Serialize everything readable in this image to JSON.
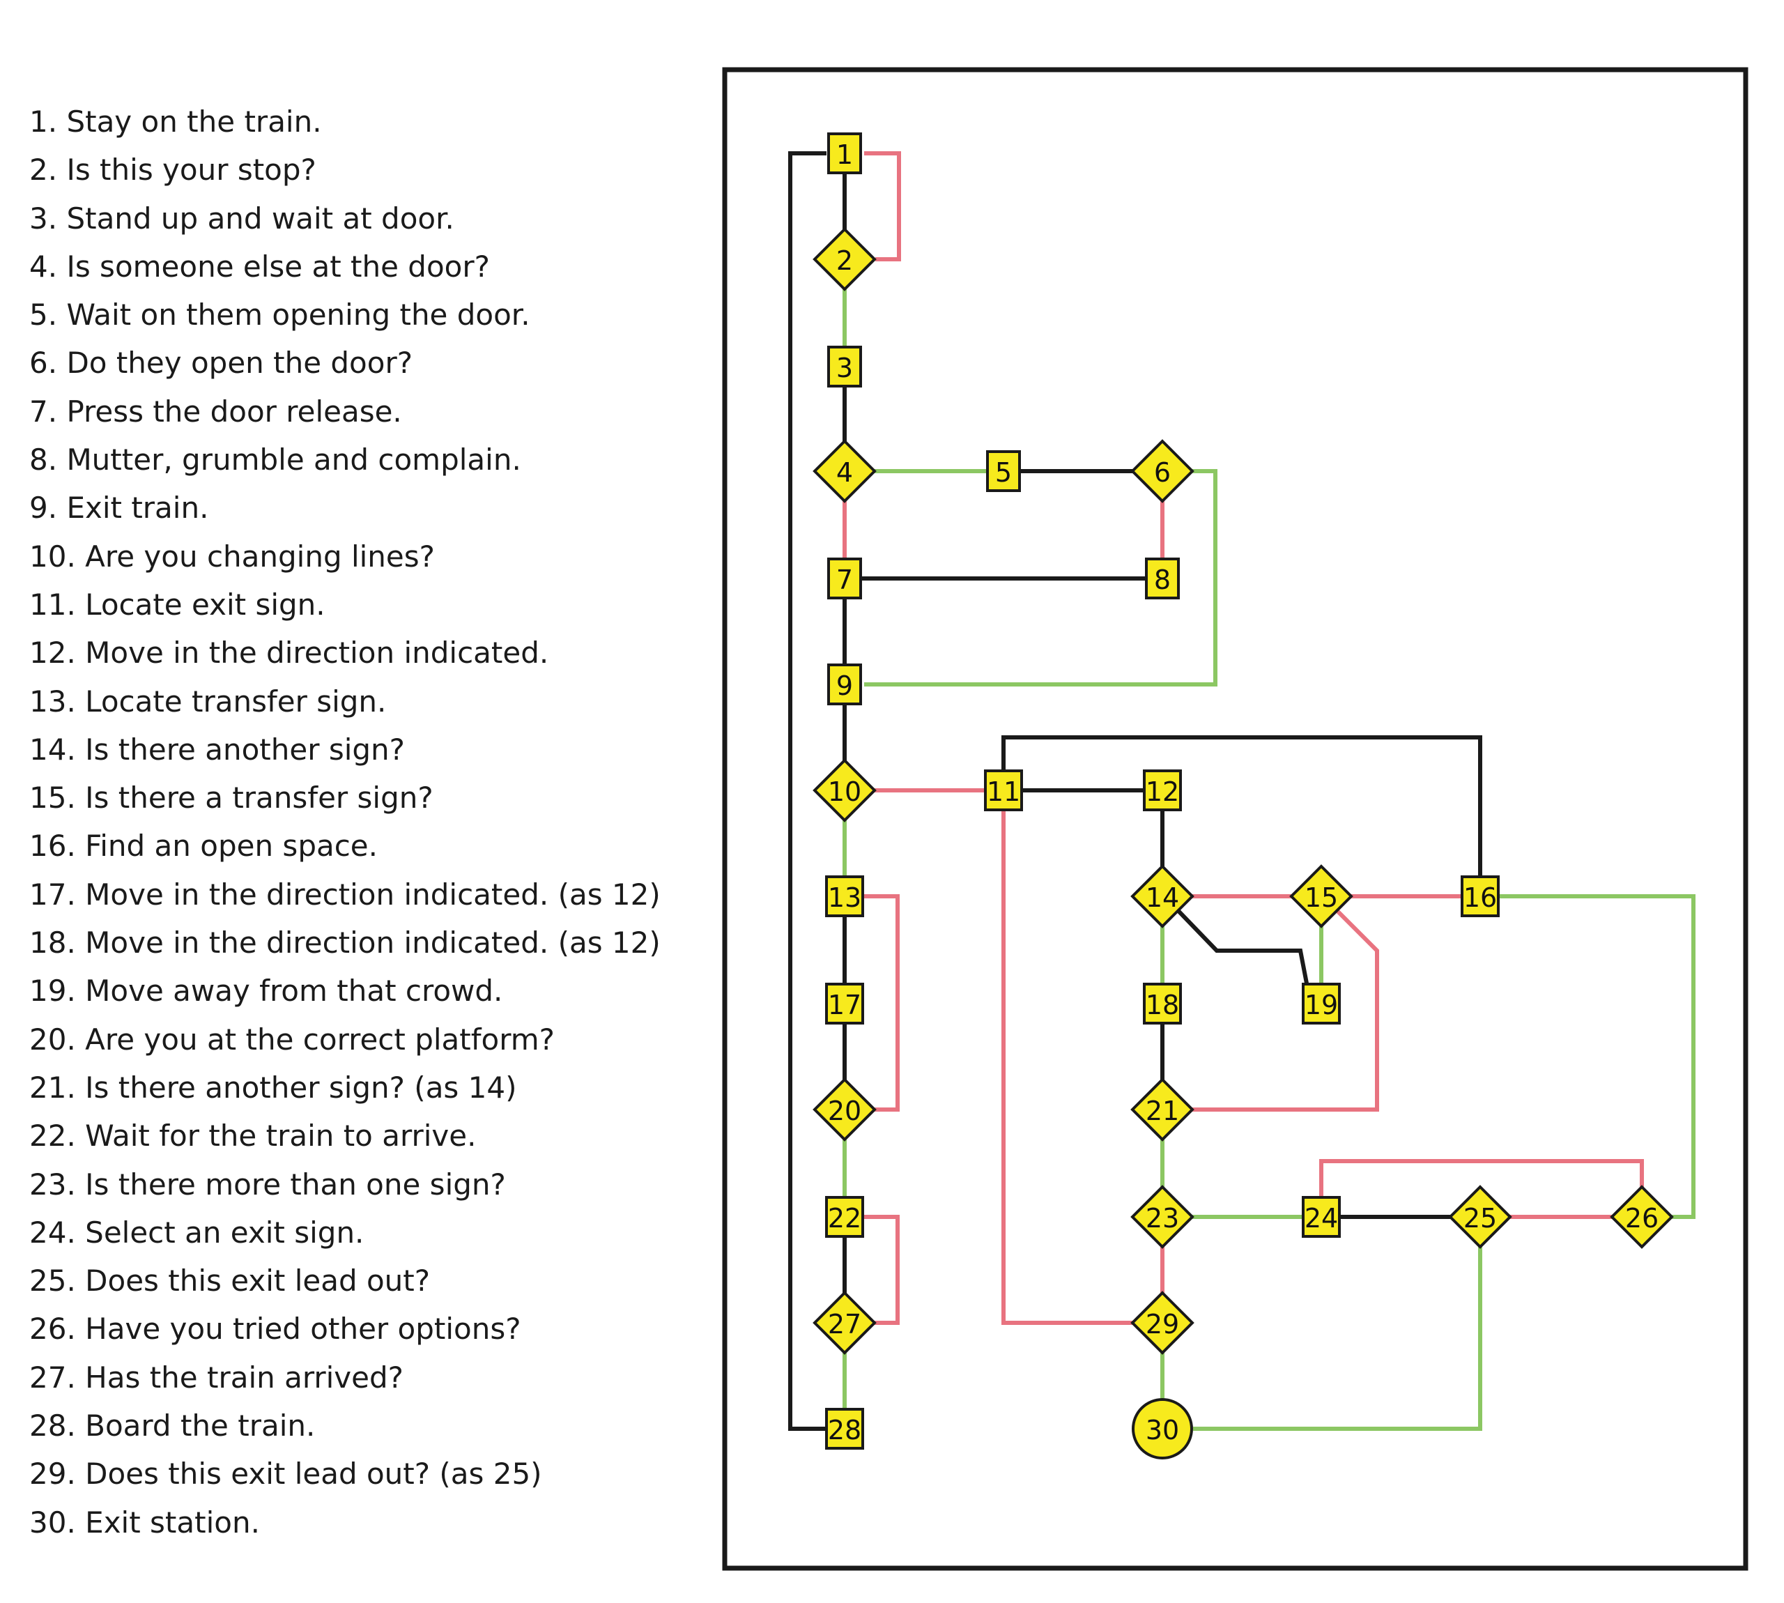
{
  "steps": [
    {
      "num": "1",
      "text": "Stay on the train."
    },
    {
      "num": "2",
      "text": "Is this your stop?"
    },
    {
      "num": "3",
      "text": "Stand up and wait at door."
    },
    {
      "num": "4",
      "text": "Is someone else at the door?"
    },
    {
      "num": "5",
      "text": "Wait on them opening the door."
    },
    {
      "num": "6",
      "text": "Do they open the door?"
    },
    {
      "num": "7",
      "text": "Press the door release."
    },
    {
      "num": "8",
      "text": "Mutter, grumble and complain."
    },
    {
      "num": "9",
      "text": "Exit train."
    },
    {
      "num": "10",
      "text": "Are you changing lines?"
    },
    {
      "num": "11",
      "text": "Locate exit sign."
    },
    {
      "num": "12",
      "text": "Move in the direction indicated."
    },
    {
      "num": "13",
      "text": "Locate transfer sign."
    },
    {
      "num": "14",
      "text": "Is there another sign?"
    },
    {
      "num": "15",
      "text": "Is there a transfer sign?"
    },
    {
      "num": "16",
      "text": "Find an open space."
    },
    {
      "num": "17",
      "text": "Move in the direction indicated. (as 12)"
    },
    {
      "num": "18",
      "text": "Move in the direction indicated. (as 12)"
    },
    {
      "num": "19",
      "text": "Move away from that crowd."
    },
    {
      "num": "20",
      "text": "Are you at the correct platform?"
    },
    {
      "num": "21",
      "text": "Is there another sign? (as 14)"
    },
    {
      "num": "22",
      "text": "Wait for the train to arrive."
    },
    {
      "num": "23",
      "text": "Is there more than one sign?"
    },
    {
      "num": "24",
      "text": "Select an exit sign."
    },
    {
      "num": "25",
      "text": "Does this exit lead out?"
    },
    {
      "num": "26",
      "text": "Have you tried other options?"
    },
    {
      "num": "27",
      "text": "Has the train arrived?"
    },
    {
      "num": "28",
      "text": "Board the train."
    },
    {
      "num": "29",
      "text": "Does this exit lead out? (as 25)"
    },
    {
      "num": "30",
      "text": "Exit station."
    }
  ],
  "colors": {
    "node_fill": "#f7ea1d",
    "node_stroke": "#1a1a1a",
    "edge_neutral": "#1a1a1a",
    "edge_yes": "#8cc763",
    "edge_no": "#e87380"
  },
  "flowchart": {
    "nodes": [
      {
        "id": "1",
        "shape": "box"
      },
      {
        "id": "2",
        "shape": "diamond"
      },
      {
        "id": "3",
        "shape": "box"
      },
      {
        "id": "4",
        "shape": "diamond"
      },
      {
        "id": "5",
        "shape": "box"
      },
      {
        "id": "6",
        "shape": "diamond"
      },
      {
        "id": "7",
        "shape": "box"
      },
      {
        "id": "8",
        "shape": "box"
      },
      {
        "id": "9",
        "shape": "box"
      },
      {
        "id": "10",
        "shape": "diamond"
      },
      {
        "id": "11",
        "shape": "box"
      },
      {
        "id": "12",
        "shape": "box"
      },
      {
        "id": "13",
        "shape": "box"
      },
      {
        "id": "14",
        "shape": "diamond"
      },
      {
        "id": "15",
        "shape": "diamond"
      },
      {
        "id": "16",
        "shape": "box"
      },
      {
        "id": "17",
        "shape": "box"
      },
      {
        "id": "18",
        "shape": "box"
      },
      {
        "id": "19",
        "shape": "box"
      },
      {
        "id": "20",
        "shape": "diamond"
      },
      {
        "id": "21",
        "shape": "diamond"
      },
      {
        "id": "22",
        "shape": "box"
      },
      {
        "id": "23",
        "shape": "diamond"
      },
      {
        "id": "24",
        "shape": "box"
      },
      {
        "id": "25",
        "shape": "diamond"
      },
      {
        "id": "26",
        "shape": "diamond"
      },
      {
        "id": "27",
        "shape": "diamond"
      },
      {
        "id": "28",
        "shape": "box"
      },
      {
        "id": "29",
        "shape": "diamond"
      },
      {
        "id": "30",
        "shape": "circle"
      }
    ],
    "edges": [
      {
        "from": "1",
        "to": "2",
        "kind": "neutral"
      },
      {
        "from": "2",
        "to": "1",
        "kind": "no"
      },
      {
        "from": "2",
        "to": "3",
        "kind": "yes"
      },
      {
        "from": "3",
        "to": "4",
        "kind": "neutral"
      },
      {
        "from": "4",
        "to": "5",
        "kind": "yes"
      },
      {
        "from": "4",
        "to": "7",
        "kind": "no"
      },
      {
        "from": "5",
        "to": "6",
        "kind": "neutral"
      },
      {
        "from": "6",
        "to": "8",
        "kind": "no"
      },
      {
        "from": "6",
        "to": "9",
        "kind": "yes"
      },
      {
        "from": "8",
        "to": "7",
        "kind": "neutral"
      },
      {
        "from": "7",
        "to": "9",
        "kind": "neutral"
      },
      {
        "from": "9",
        "to": "10",
        "kind": "neutral"
      },
      {
        "from": "10",
        "to": "11",
        "kind": "no"
      },
      {
        "from": "10",
        "to": "13",
        "kind": "yes"
      },
      {
        "from": "11",
        "to": "12",
        "kind": "neutral"
      },
      {
        "from": "11",
        "to": "16",
        "kind": "neutral"
      },
      {
        "from": "11",
        "to": "29",
        "kind": "no"
      },
      {
        "from": "12",
        "to": "14",
        "kind": "neutral"
      },
      {
        "from": "14",
        "to": "15",
        "kind": "no"
      },
      {
        "from": "14",
        "to": "18",
        "kind": "yes"
      },
      {
        "from": "14",
        "to": "19",
        "kind": "neutral"
      },
      {
        "from": "15",
        "to": "16",
        "kind": "no"
      },
      {
        "from": "15",
        "to": "19",
        "kind": "yes"
      },
      {
        "from": "15",
        "to": "21",
        "kind": "no"
      },
      {
        "from": "16",
        "to": "26",
        "kind": "yes"
      },
      {
        "from": "13",
        "to": "17",
        "kind": "neutral"
      },
      {
        "from": "13",
        "to": "20",
        "kind": "no"
      },
      {
        "from": "17",
        "to": "20",
        "kind": "neutral"
      },
      {
        "from": "18",
        "to": "21",
        "kind": "neutral"
      },
      {
        "from": "20",
        "to": "22",
        "kind": "yes"
      },
      {
        "from": "21",
        "to": "23",
        "kind": "yes"
      },
      {
        "from": "22",
        "to": "27",
        "kind": "neutral"
      },
      {
        "from": "22",
        "to": "27",
        "kind": "no"
      },
      {
        "from": "23",
        "to": "24",
        "kind": "yes"
      },
      {
        "from": "23",
        "to": "29",
        "kind": "no"
      },
      {
        "from": "24",
        "to": "25",
        "kind": "neutral"
      },
      {
        "from": "25",
        "to": "26",
        "kind": "no"
      },
      {
        "from": "26",
        "to": "24",
        "kind": "no"
      },
      {
        "from": "25",
        "to": "30",
        "kind": "yes"
      },
      {
        "from": "27",
        "to": "28",
        "kind": "yes"
      },
      {
        "from": "28",
        "to": "1",
        "kind": "neutral"
      },
      {
        "from": "29",
        "to": "30",
        "kind": "yes"
      }
    ]
  }
}
